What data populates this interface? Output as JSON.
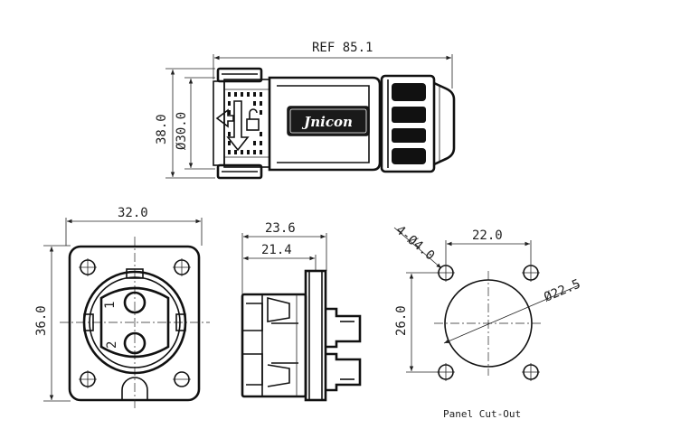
{
  "side_view": {
    "ref_length": "REF 85.1",
    "height": "38.0",
    "diameter": "Ø30.0",
    "brand": "Jnicon"
  },
  "front_view": {
    "width": "32.0",
    "height": "36.0",
    "pin_labels": [
      "1",
      "2"
    ]
  },
  "profile_view": {
    "overall_depth": "23.6",
    "mount_depth": "21.4"
  },
  "panel_cutout": {
    "hole_spacing": "22.0",
    "hole_spacing_vertical": "26.0",
    "hole_callout": "4-Ø4.0",
    "bore_diameter": "Ø22.5",
    "caption": "Panel Cut-Out"
  }
}
